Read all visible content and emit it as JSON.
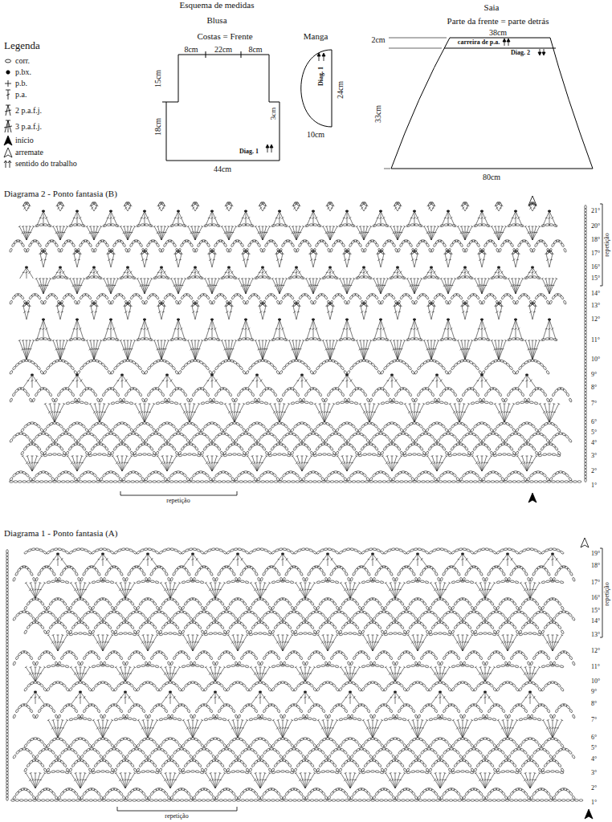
{
  "diagram": {
    "title": "Esquema de medidas",
    "labels": [
      "Blusa",
      "Costas = Frente",
      "Manga",
      "Saia",
      "Parte da frente = parte detrás",
      "38cm",
      "8cm",
      "22cm",
      "8cm",
      "2cm",
      "carreira de p.a.",
      "Diag. 2",
      "15cm",
      "Diag. 1",
      "24cm",
      "33cm",
      "3cm",
      "18cm",
      "10cm",
      "Diag. 1",
      "44cm",
      "80cm",
      "Diagrama 2 - Ponto fantasia (B)",
      "21°",
      "20°",
      "18°",
      "17°",
      "16°",
      "15°",
      "14°",
      "13°",
      "12°",
      "11°",
      "10°",
      "9°",
      "8°",
      "7°",
      "6°",
      "5°",
      "4°",
      "3°",
      "2°",
      "1°",
      "repetição",
      "repetição",
      "Diagrama 1 - Ponto fantasia (A)",
      "19°",
      "18°",
      "17°",
      "16°",
      "15°",
      "14°",
      "13°",
      "12°",
      "11°",
      "10°",
      "9°",
      "8°",
      "7°",
      "6°",
      "5°",
      "4°",
      "3°",
      "2°",
      "1°",
      "repetição",
      "repetição",
      "Legenda"
    ],
    "legend": [
      {
        "text": "corr."
      },
      {
        "text": "p.bx."
      },
      {
        "text": "p.b."
      },
      {
        "text": "p.a."
      },
      {
        "text": "2 p.a.f.j."
      },
      {
        "text": "3 p.a.f.j."
      },
      {
        "text": "início"
      },
      {
        "text": "arremate"
      },
      {
        "text": "sentido do trabalho"
      }
    ]
  }
}
